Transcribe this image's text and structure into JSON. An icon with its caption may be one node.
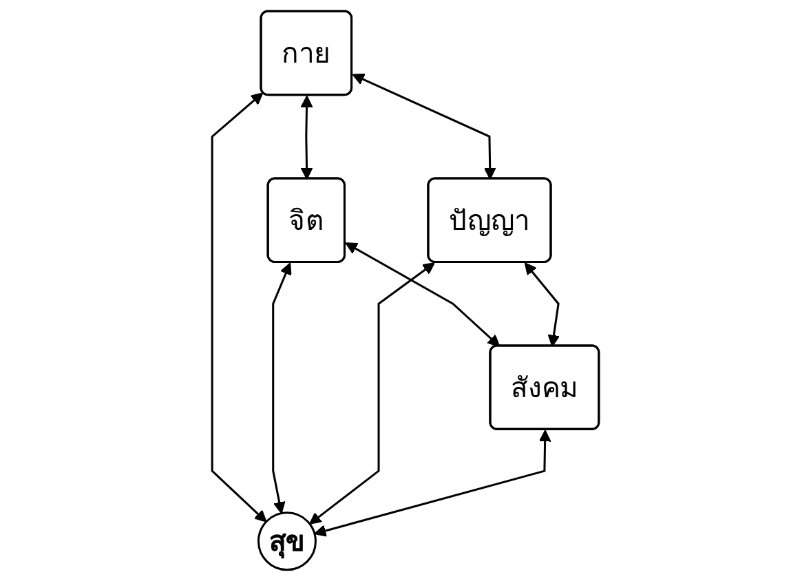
{
  "diagram": {
    "nodes": [
      {
        "text": [
          "กาย"
        ]
      },
      {
        "text": [
          "จิต"
        ]
      },
      {
        "text": [
          "สุข"
        ]
      },
      {
        "text": [
          "ปัญญา"
        ]
      },
      {
        "text": [
          "สังคม"
        ]
      }
    ],
    "edges": [
      {
        "from": 0,
        "to": 1,
        "arrow": "both"
      },
      {
        "from": 0,
        "to": 3,
        "arrow": "both"
      },
      {
        "from": 1,
        "to": 4,
        "arrow": "both"
      },
      {
        "from": 3,
        "to": 4,
        "arrow": "both"
      },
      {
        "from": 0,
        "to": 2,
        "arrow": "both"
      },
      {
        "from": 1,
        "to": 2,
        "arrow": "both"
      },
      {
        "from": 3,
        "to": 2,
        "arrow": "both"
      },
      {
        "from": 4,
        "to": 2,
        "arrow": "both"
      }
    ]
  }
}
